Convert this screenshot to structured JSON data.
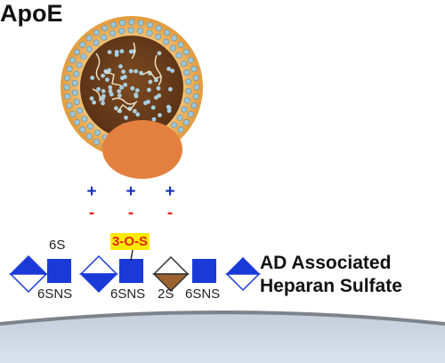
{
  "title": "ApoE",
  "charges": {
    "plus": [
      "+",
      "+",
      "+"
    ],
    "minus": [
      "-",
      "-",
      "-"
    ]
  },
  "highlight_label": "3-O-S",
  "modifications": {
    "top": "6S",
    "bottom": [
      "6SNS",
      "6SNS",
      "2S",
      "6SNS"
    ]
  },
  "chain_label": [
    "AD Associated",
    "Heparan Sulfate"
  ],
  "colors": {
    "glcnac_blue": "#1a3ad8",
    "iduronic_brown": "#9c6230",
    "lipid_shell": "#e9a94a",
    "core": "#6a3f1c",
    "apoe_protein": "#e3803f",
    "membrane": "#c5d2df",
    "charge_plus": "#1830b8",
    "charge_minus": "#e2211c",
    "highlight": "#ffea00"
  }
}
